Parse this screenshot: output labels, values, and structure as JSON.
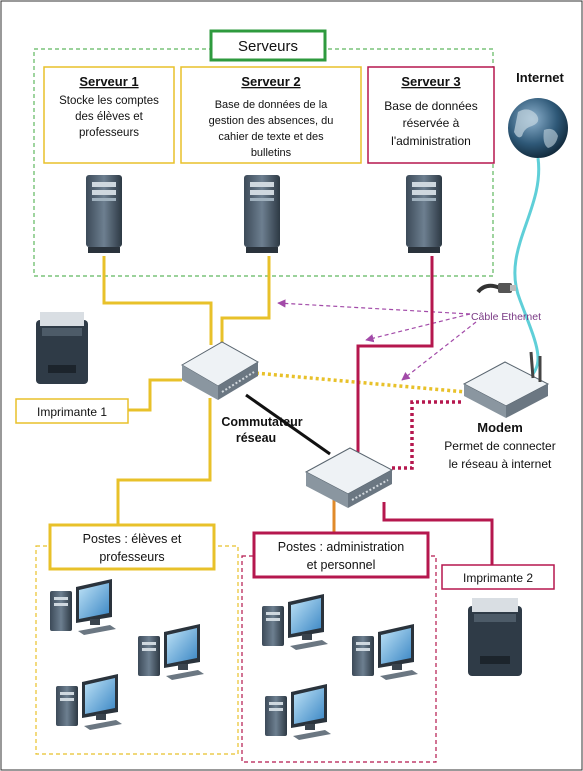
{
  "colors": {
    "green": "#2e9a3e",
    "green_dash": "#5fb85f",
    "yellow": "#e8c12a",
    "crimson": "#b5174e",
    "purple_dash": "#a24aa8",
    "cyan": "#5fcfd8",
    "orange": "#e08a2a"
  },
  "servers_group": {
    "title": "Serveurs",
    "server1": {
      "title": "Serveur 1",
      "desc": [
        "Stocke les comptes",
        "des élèves et",
        "professeurs"
      ]
    },
    "server2": {
      "title": "Serveur 2",
      "desc": [
        "Base de données de la",
        "gestion des absences, du",
        "cahier de texte et des",
        "bulletins"
      ]
    },
    "server3": {
      "title": "Serveur 3",
      "desc": [
        "Base de données",
        "réservée à",
        "l'administration"
      ]
    }
  },
  "internet": {
    "label": "Internet"
  },
  "cable": {
    "label": "Câble Ethernet"
  },
  "switch": {
    "label": [
      "Commutateur",
      "réseau"
    ]
  },
  "modem": {
    "title": "Modem",
    "desc": [
      "Permet de connecter",
      "le réseau à internet"
    ]
  },
  "printer1": {
    "label": "Imprimante 1"
  },
  "printer2": {
    "label": "Imprimante 2"
  },
  "posts_students": {
    "label": [
      "Postes  : élèves et",
      "professeurs"
    ]
  },
  "posts_admin": {
    "label": [
      "Postes  : administration",
      "et personnel"
    ]
  }
}
